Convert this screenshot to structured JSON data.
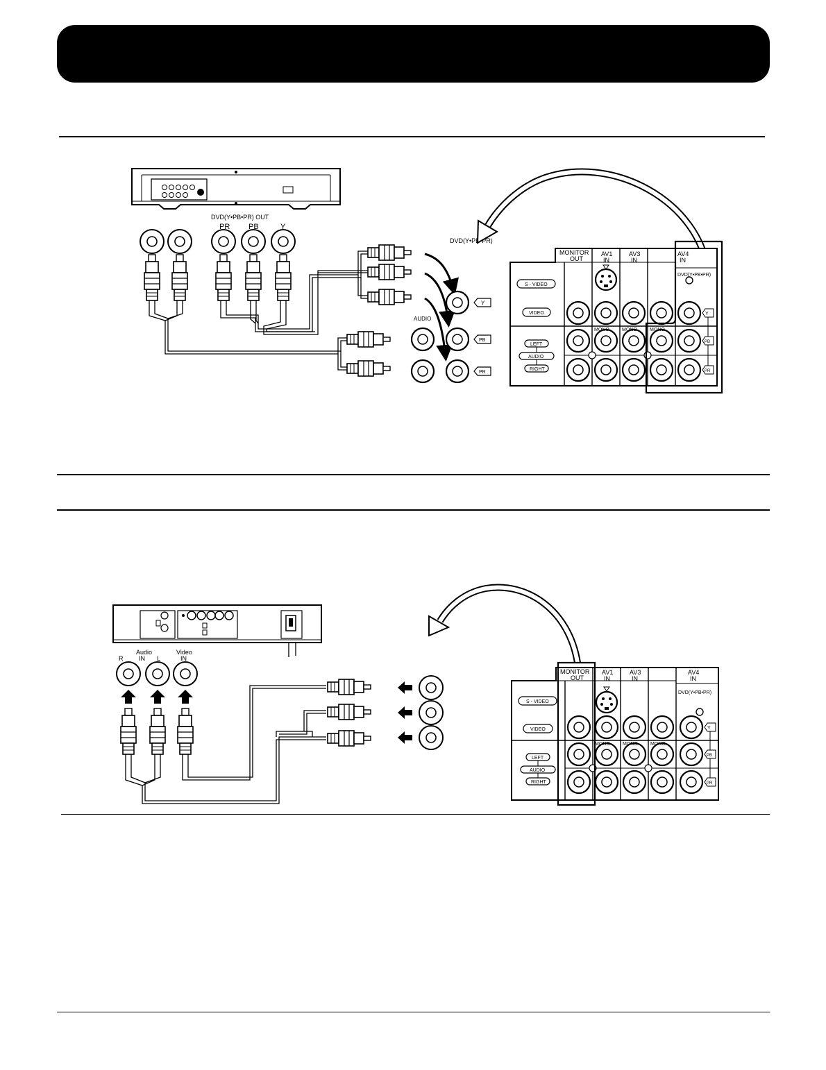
{
  "dvd_section": {
    "output_label": "DVD(Y•PB•PR) OUT",
    "jack_pr": "PR",
    "jack_pb": "PB",
    "jack_y": "Y",
    "component_label": "DVD(Y•PB•PR)",
    "audio_label": "AUDIO",
    "tag_y": "Y",
    "tag_pb": "PB",
    "tag_pr": "PR"
  },
  "tv_panel": {
    "monitor_out": [
      "MONITOR",
      "OUT"
    ],
    "av1_in": [
      "AV1",
      "IN"
    ],
    "av3_in": [
      "AV3",
      "IN"
    ],
    "av4_in": [
      "AV4",
      "IN"
    ],
    "component": "DVD(Y•PB•PR)",
    "s_video": "S - VIDEO",
    "video": "VIDEO",
    "left": "LEFT",
    "audio": "AUDIO",
    "right": "RIGHT",
    "mono": "MONO",
    "tag_y": "Y",
    "tag_pb": "PB",
    "tag_pr": "PR"
  },
  "vcr_section": {
    "audio_in": [
      "Audio",
      "IN"
    ],
    "audio_r": "R",
    "audio_l": "L",
    "video_in": [
      "Video",
      "IN"
    ]
  }
}
